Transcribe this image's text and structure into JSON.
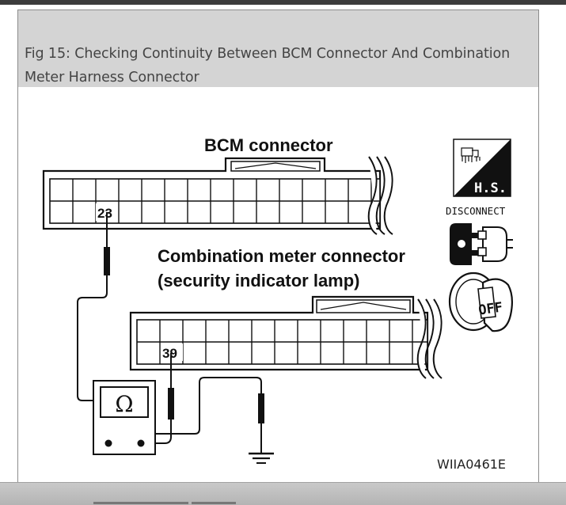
{
  "caption": "Fig 15: Checking Continuity Between BCM Connector And Combination Meter Harness Connector",
  "diagram": {
    "bcm_connector_label": "BCM connector",
    "combination_meter_label_line1": "Combination meter connector",
    "combination_meter_label_line2": "(security indicator lamp)",
    "bcm_terminal": "23",
    "meter_terminal": "39",
    "ohmmeter_symbol": "Ω",
    "figure_code": "WIIA0461E"
  },
  "icons": {
    "hs_icon": "H.S.",
    "disconnect_label": "DISCONNECT",
    "ignition_key_label": "OFF"
  }
}
